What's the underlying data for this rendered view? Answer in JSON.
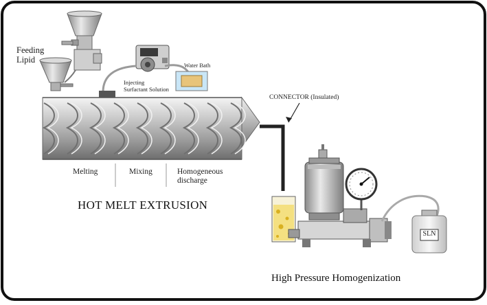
{
  "labels": {
    "feeding_lipid": "Feeding\nLipid",
    "injecting": "Injecting\nSurfactant Solution",
    "water_bath": "Water Bath",
    "connector": "CONNECTOR (Insulated)",
    "melting": "Melting",
    "mixing": "Mixing",
    "homogeneous": "Homogeneous\ndischarge",
    "hot_melt": "HOT MELT EXTRUSION",
    "hph": "High Pressure Homogenization",
    "sln": "SLN"
  },
  "colors": {
    "frame": "#111111",
    "panel_bg": "#ffffff",
    "metal_light": "#e6e6e6",
    "metal_dark": "#7a7a7a",
    "water": "#c9e6f7",
    "lipid_melt": "#e8c47a",
    "sample_yellow": "#f2d23a"
  }
}
